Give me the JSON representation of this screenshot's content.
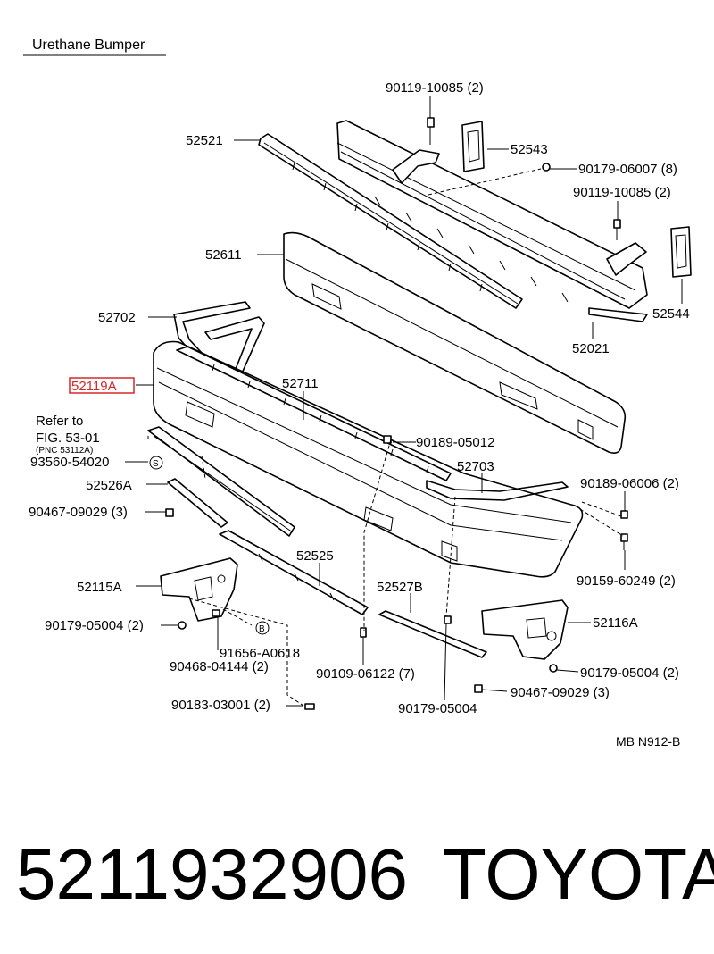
{
  "title": "Urethane Bumper",
  "figure_code": "MB N912-B",
  "highlight_color": "#d62828",
  "highlighted_part": "52119A",
  "footer": {
    "part_number": "5211932906",
    "brand": "TOYOTA"
  },
  "refer": {
    "line1": "Refer to",
    "line2": "FIG. 53-01",
    "line3": "(PNC 53112A)"
  },
  "labels": {
    "l1": "90119-10085 (2)",
    "l2": "52521",
    "l3": "52543",
    "l4": "90179-06007 (8)",
    "l5": "90119-10085 (2)",
    "l6": "52611",
    "l7": "52544",
    "l8": "52702",
    "l9": "52021",
    "l10": "52119A",
    "l11": "52711",
    "l12": "90189-05012",
    "l13": "93560-54020",
    "l14": "52703",
    "l15": "52526A",
    "l16": "90189-06006 (2)",
    "l17": "90467-09029 (3)",
    "l18": "52525",
    "l19": "90159-60249 (2)",
    "l20": "52115A",
    "l21": "52527B",
    "l22": "52116A",
    "l23": "90179-05004 (2)",
    "l24": "91656-A0618",
    "l25": "90468-04144 (2)",
    "l26": "90109-06122 (7)",
    "l27": "90179-05004 (2)",
    "l28": "90467-09029 (3)",
    "l29": "90183-03001 (2)",
    "l30": "90179-05004"
  },
  "symbols": {
    "s": "S",
    "b": "B"
  }
}
